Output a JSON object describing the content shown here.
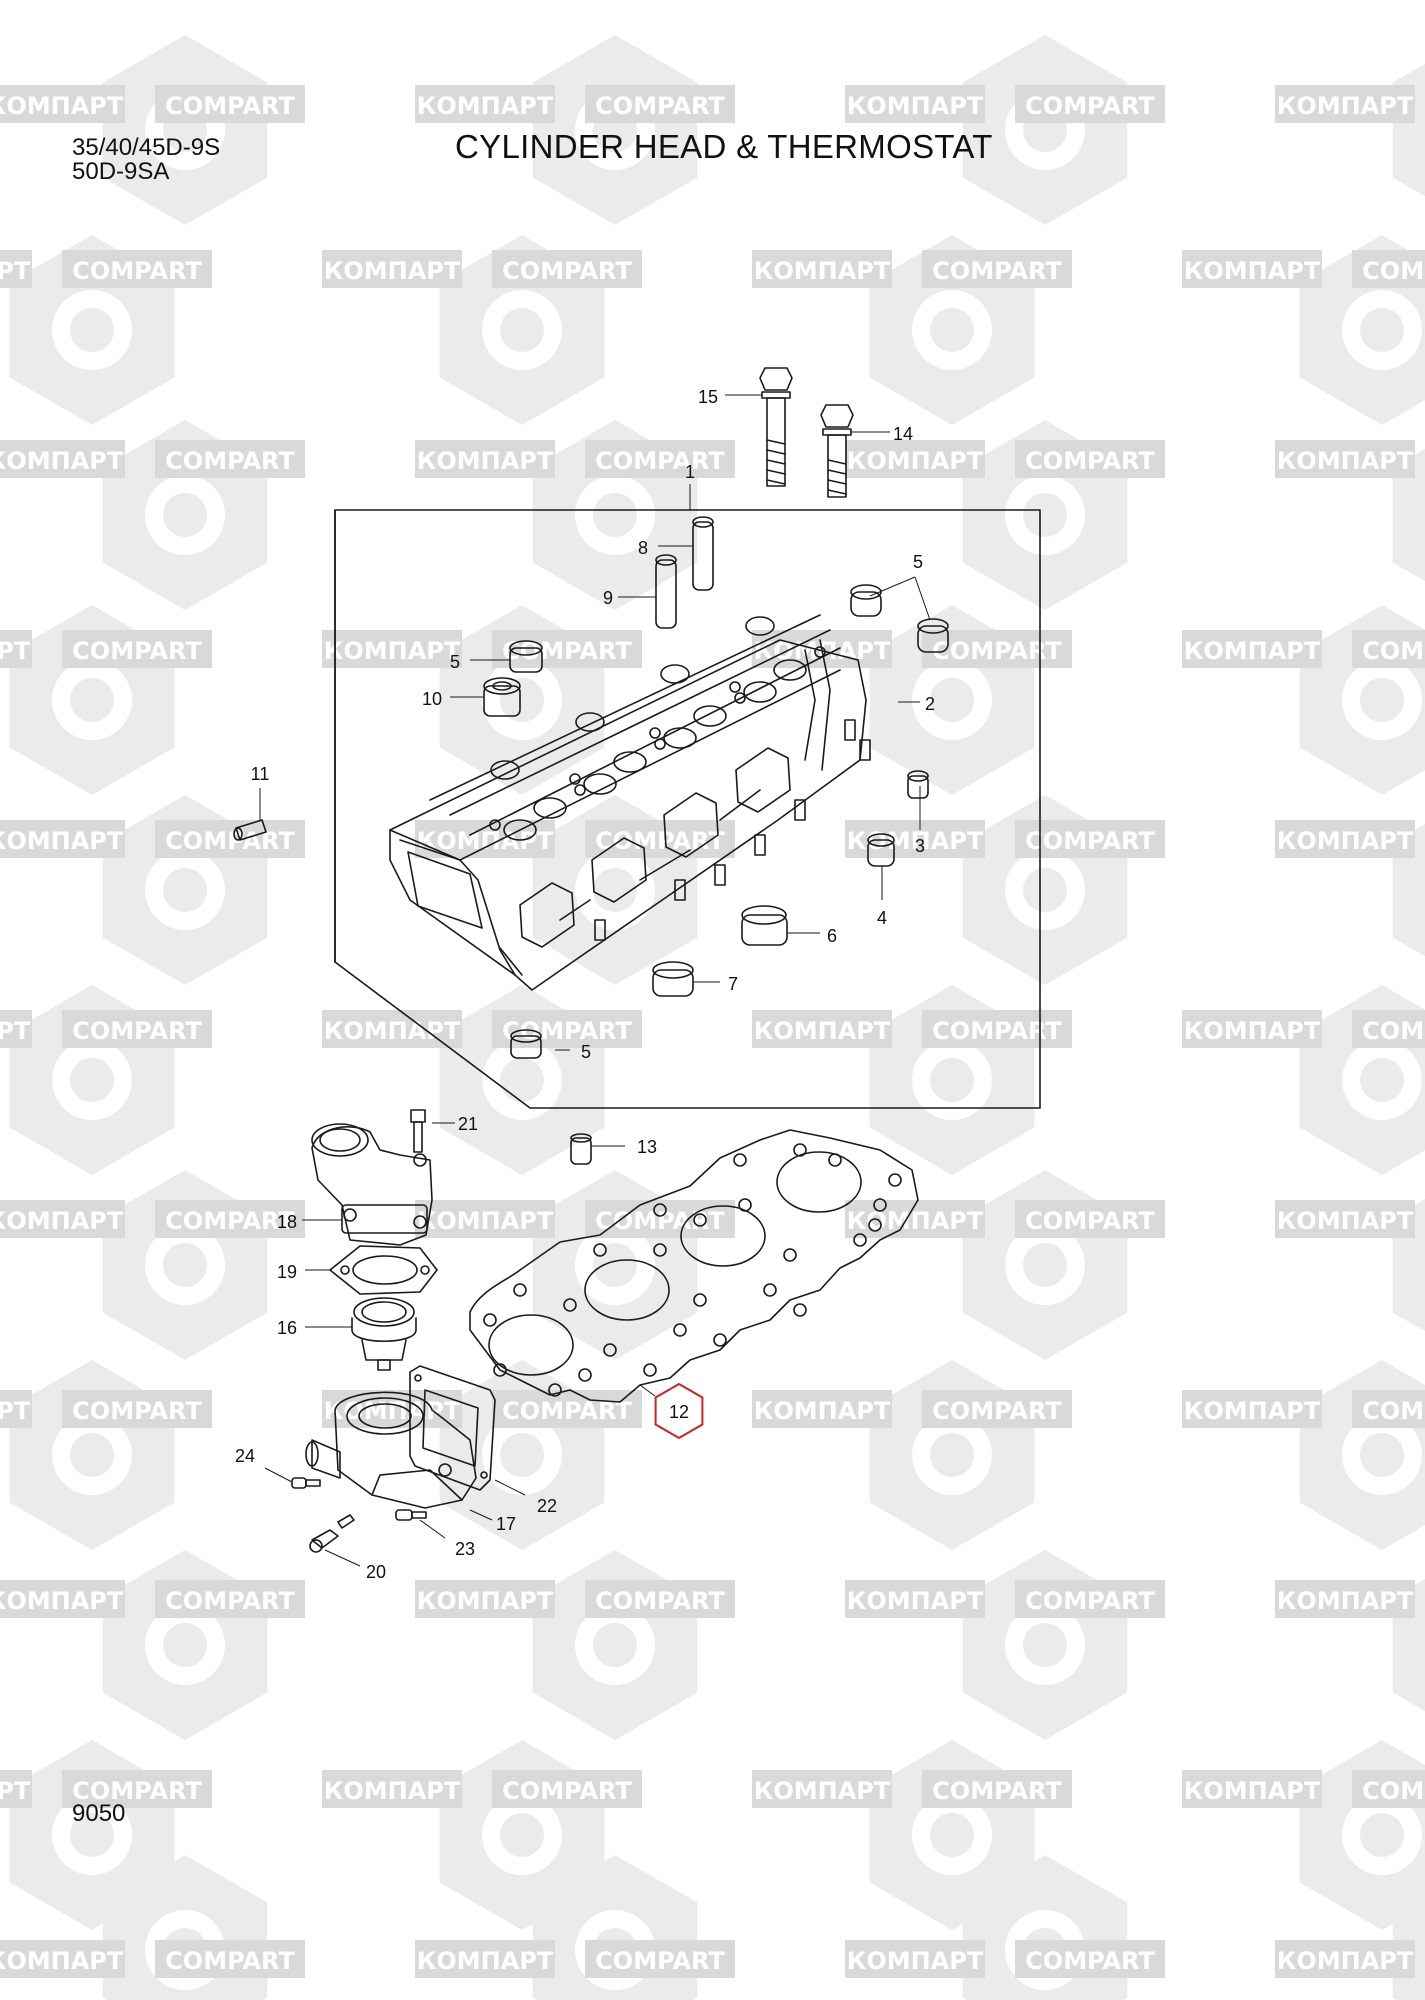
{
  "header": {
    "model_line_1": "35/40/45D-9S",
    "model_line_2": "50D-9SA",
    "title": "CYLINDER HEAD & THERMOSTAT"
  },
  "footer": {
    "page_number": "9050"
  },
  "watermark": {
    "brand_cyrillic": "КОМПАРТ",
    "brand_latin": "COMPART",
    "color": "#d9d9d9"
  },
  "colors": {
    "line": "#1a1a1a",
    "highlight": "#d0211b"
  },
  "callouts": [
    {
      "id": "1",
      "text": "1"
    },
    {
      "id": "2",
      "text": "2"
    },
    {
      "id": "3",
      "text": "3"
    },
    {
      "id": "4",
      "text": "4"
    },
    {
      "id": "5a",
      "text": "5"
    },
    {
      "id": "5b",
      "text": "5"
    },
    {
      "id": "5c",
      "text": "5"
    },
    {
      "id": "6",
      "text": "6"
    },
    {
      "id": "7",
      "text": "7"
    },
    {
      "id": "8",
      "text": "8"
    },
    {
      "id": "9",
      "text": "9"
    },
    {
      "id": "10",
      "text": "10"
    },
    {
      "id": "11",
      "text": "11"
    },
    {
      "id": "12",
      "text": "12",
      "highlighted": true
    },
    {
      "id": "13",
      "text": "13"
    },
    {
      "id": "14",
      "text": "14"
    },
    {
      "id": "15",
      "text": "15"
    },
    {
      "id": "16",
      "text": "16"
    },
    {
      "id": "17",
      "text": "17"
    },
    {
      "id": "18",
      "text": "18"
    },
    {
      "id": "19",
      "text": "19"
    },
    {
      "id": "20",
      "text": "20"
    },
    {
      "id": "21",
      "text": "21"
    },
    {
      "id": "22",
      "text": "22"
    },
    {
      "id": "23",
      "text": "23"
    },
    {
      "id": "24",
      "text": "24"
    }
  ]
}
